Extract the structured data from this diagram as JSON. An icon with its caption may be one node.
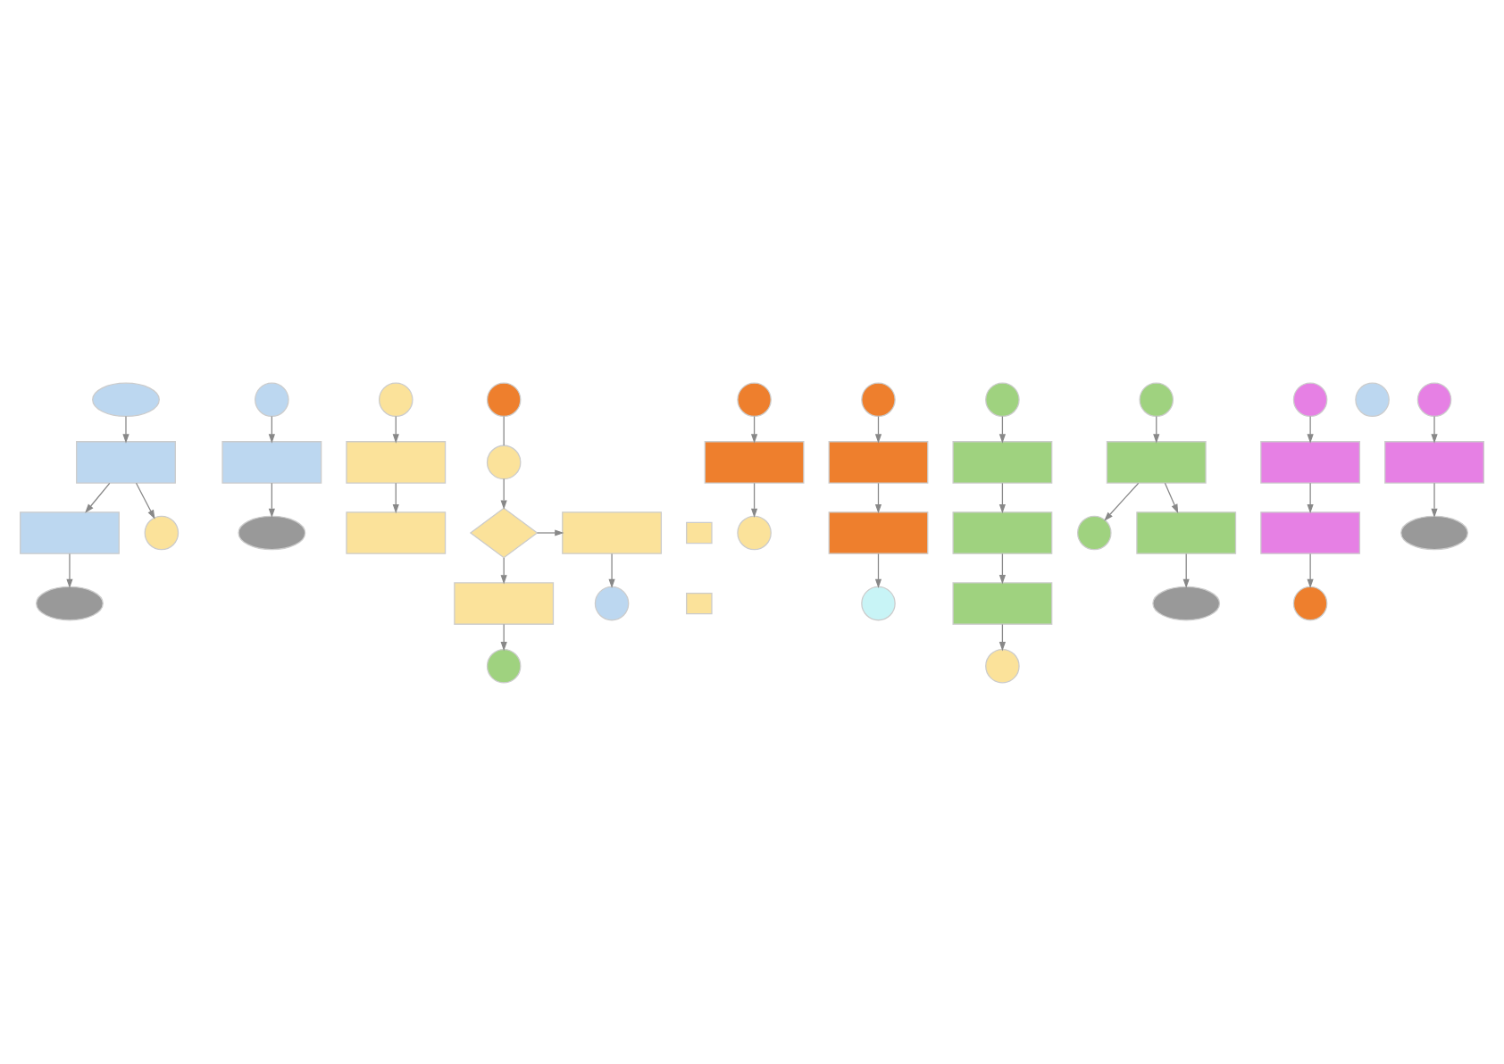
{
  "diagram": {
    "nodes": [
      {
        "text": [],
        "shape": "ellipse"
      },
      {
        "text": [],
        "shape": "box"
      },
      {
        "text": [],
        "shape": "box"
      },
      {
        "text": [],
        "shape": "ellipse"
      },
      {
        "text": [],
        "shape": "circle"
      },
      {
        "text": [],
        "shape": "circle"
      },
      {
        "text": [],
        "shape": "box"
      },
      {
        "text": [],
        "shape": "ellipse"
      },
      {
        "text": [],
        "shape": "circle"
      },
      {
        "text": [],
        "shape": "box"
      },
      {
        "text": [],
        "shape": "box"
      },
      {
        "text": [],
        "shape": "circle"
      },
      {
        "text": [],
        "shape": "circle"
      },
      {
        "text": [],
        "shape": "diamond"
      },
      {
        "text": [],
        "shape": "box"
      },
      {
        "text": [],
        "shape": "box"
      },
      {
        "text": [],
        "shape": "box"
      },
      {
        "text": [],
        "shape": "box"
      },
      {
        "text": [],
        "shape": "circle"
      },
      {
        "text": [],
        "shape": "circle"
      },
      {
        "text": [],
        "shape": "circle"
      },
      {
        "text": [],
        "shape": "box"
      },
      {
        "text": [],
        "shape": "circle"
      },
      {
        "text": [],
        "shape": "circle"
      },
      {
        "text": [],
        "shape": "box"
      },
      {
        "text": [],
        "shape": "box"
      },
      {
        "text": [],
        "shape": "circle"
      },
      {
        "text": [],
        "shape": "circle"
      },
      {
        "text": [],
        "shape": "box"
      },
      {
        "text": [],
        "shape": "box"
      },
      {
        "text": [],
        "shape": "box"
      },
      {
        "text": [],
        "shape": "circle"
      },
      {
        "text": [],
        "shape": "circle"
      },
      {
        "text": [],
        "shape": "box"
      },
      {
        "text": [],
        "shape": "circle"
      },
      {
        "text": [],
        "shape": "box"
      },
      {
        "text": [],
        "shape": "ellipse"
      },
      {
        "text": [],
        "shape": "circle"
      },
      {
        "text": [],
        "shape": "box"
      },
      {
        "text": [],
        "shape": "box"
      },
      {
        "text": [],
        "shape": "circle"
      },
      {
        "text": [],
        "shape": "circle"
      },
      {
        "text": [],
        "shape": "circle"
      },
      {
        "text": [],
        "shape": "box"
      },
      {
        "text": [],
        "shape": "ellipse"
      }
    ],
    "edges": [
      {
        "from": 0,
        "to": 1,
        "arrow": "to"
      },
      {
        "from": 1,
        "to": 2,
        "arrow": "to"
      },
      {
        "from": 2,
        "to": 3,
        "arrow": "to"
      },
      {
        "from": 1,
        "to": 4,
        "arrow": "to"
      },
      {
        "from": 5,
        "to": 6,
        "arrow": "to"
      },
      {
        "from": 6,
        "to": 7,
        "arrow": "to"
      },
      {
        "from": 8,
        "to": 9,
        "arrow": "to"
      },
      {
        "from": 9,
        "to": 10,
        "arrow": "to"
      },
      {
        "from": 11,
        "to": 12,
        "arrow": "none"
      },
      {
        "from": 12,
        "to": 13,
        "arrow": "to"
      },
      {
        "from": 13,
        "to": 16,
        "arrow": "to"
      },
      {
        "from": 13,
        "to": 17,
        "arrow": "to"
      },
      {
        "from": 17,
        "to": 18,
        "arrow": "to"
      },
      {
        "from": 16,
        "to": 19,
        "arrow": "to"
      },
      {
        "from": 20,
        "to": 21,
        "arrow": "to"
      },
      {
        "from": 21,
        "to": 22,
        "arrow": "to"
      },
      {
        "from": 23,
        "to": 24,
        "arrow": "to"
      },
      {
        "from": 24,
        "to": 25,
        "arrow": "to"
      },
      {
        "from": 25,
        "to": 26,
        "arrow": "to"
      },
      {
        "from": 27,
        "to": 28,
        "arrow": "to"
      },
      {
        "from": 28,
        "to": 29,
        "arrow": "to"
      },
      {
        "from": 29,
        "to": 30,
        "arrow": "to"
      },
      {
        "from": 30,
        "to": 31,
        "arrow": "to"
      },
      {
        "from": 32,
        "to": 33,
        "arrow": "to"
      },
      {
        "from": 33,
        "to": 34,
        "arrow": "to"
      },
      {
        "from": 33,
        "to": 35,
        "arrow": "to"
      },
      {
        "from": 35,
        "to": 36,
        "arrow": "to"
      },
      {
        "from": 37,
        "to": 38,
        "arrow": "to"
      },
      {
        "from": 38,
        "to": 39,
        "arrow": "to"
      },
      {
        "from": 39,
        "to": 41,
        "arrow": "to"
      },
      {
        "from": 42,
        "to": 43,
        "arrow": "to"
      },
      {
        "from": 43,
        "to": 44,
        "arrow": "to"
      }
    ]
  }
}
